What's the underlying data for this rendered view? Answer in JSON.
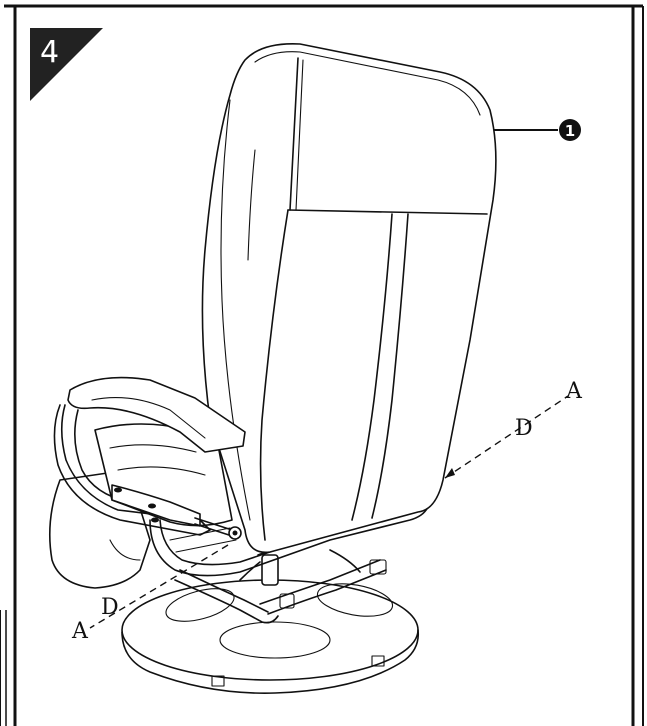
{
  "step": {
    "number": "4"
  },
  "callout": {
    "number": "1"
  },
  "labels": {
    "right_a": "A",
    "right_d": "D",
    "left_a": "A",
    "left_d": "D"
  },
  "colors": {
    "ink": "#111111",
    "paper": "#ffffff"
  }
}
